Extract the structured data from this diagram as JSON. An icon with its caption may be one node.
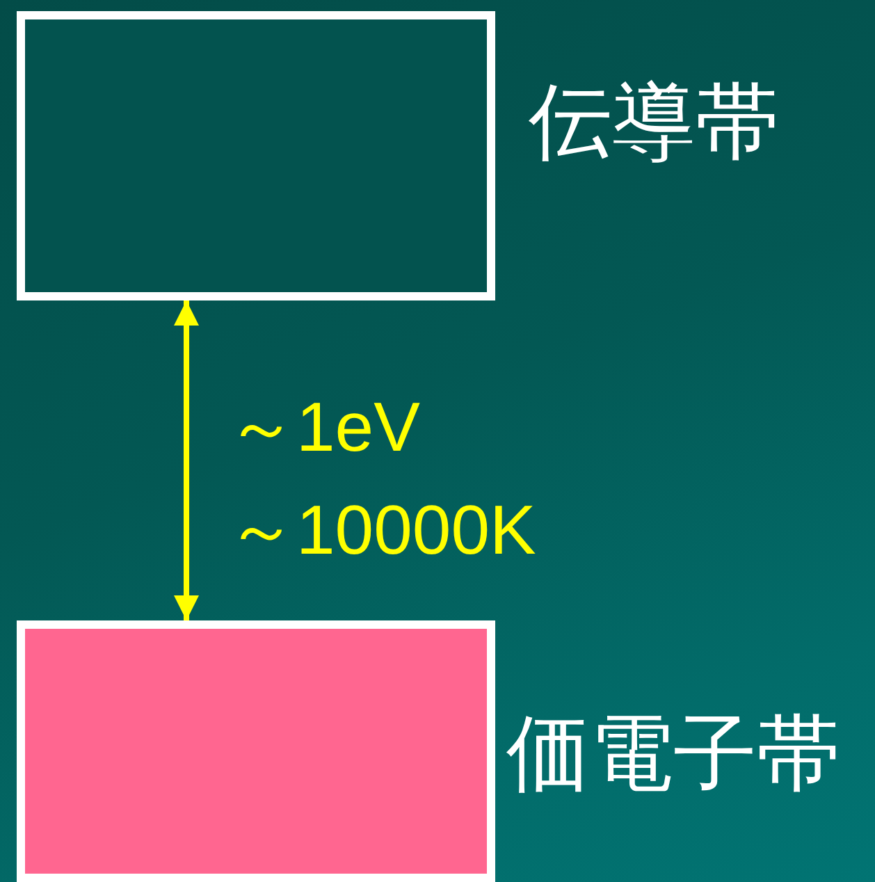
{
  "diagram": {
    "nodes": [
      {
        "text": [
          "伝導帯"
        ]
      },
      {
        "text": [
          "価電子帯"
        ]
      }
    ],
    "edges": [
      {
        "from": 0,
        "to": 1,
        "arrow": "both",
        "color": "#ffff00"
      }
    ],
    "labels": [
      "～1eV",
      "～10000K"
    ]
  }
}
